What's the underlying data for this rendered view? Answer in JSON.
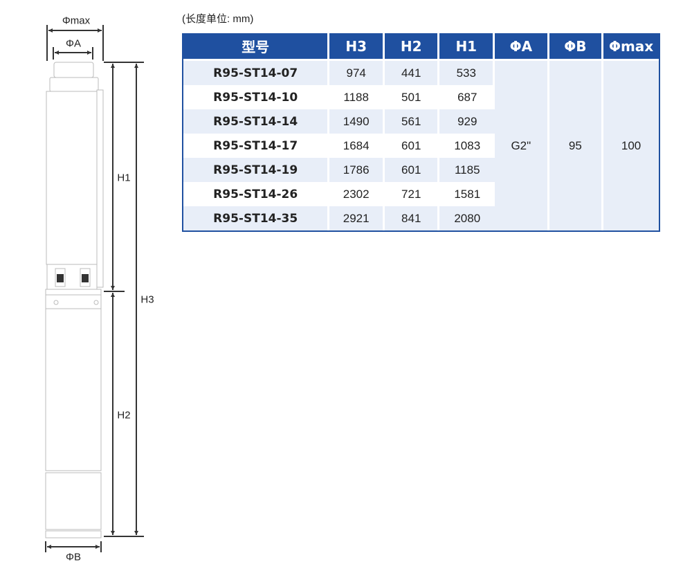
{
  "drawing": {
    "labels": {
      "phi_max": "Φmax",
      "phi_a": "ΦA",
      "phi_b": "ΦB",
      "h1": "H1",
      "h2": "H2",
      "h3": "H3"
    }
  },
  "unit_note": "(长度单位: mm)",
  "table": {
    "headers": [
      "型号",
      "H3",
      "H2",
      "H1",
      "ΦA",
      "ΦB",
      "Φmax"
    ],
    "rows": [
      {
        "model": "R95-ST14-07",
        "h3": "974",
        "h2": "441",
        "h1": "533"
      },
      {
        "model": "R95-ST14-10",
        "h3": "1188",
        "h2": "501",
        "h1": "687"
      },
      {
        "model": "R95-ST14-14",
        "h3": "1490",
        "h2": "561",
        "h1": "929"
      },
      {
        "model": "R95-ST14-17",
        "h3": "1684",
        "h2": "601",
        "h1": "1083"
      },
      {
        "model": "R95-ST14-19",
        "h3": "1786",
        "h2": "601",
        "h1": "1185"
      },
      {
        "model": "R95-ST14-26",
        "h3": "2302",
        "h2": "721",
        "h1": "1581"
      },
      {
        "model": "R95-ST14-35",
        "h3": "2921",
        "h2": "841",
        "h1": "2080"
      }
    ],
    "shared": {
      "phi_a": "G2\"",
      "phi_b": "95",
      "phi_max": "100"
    }
  },
  "colors": {
    "header": "#1f50a0",
    "row_alt": "#e8eef8"
  }
}
